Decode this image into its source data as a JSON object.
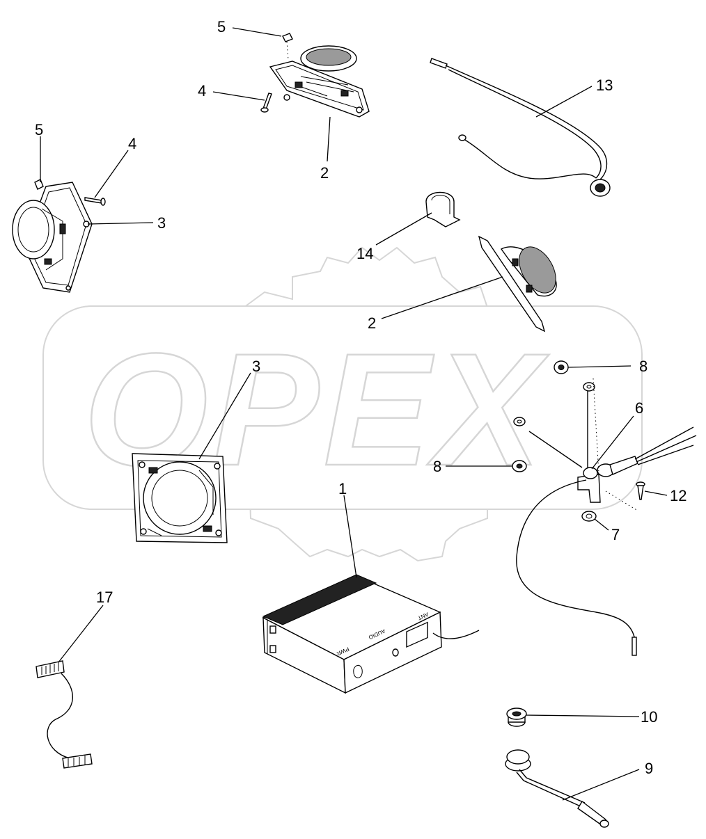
{
  "watermark": {
    "text": "OPEX"
  },
  "corner_mark": "",
  "callouts": {
    "p1": "1",
    "p2_top": "2",
    "p2_mid": "2",
    "p3_left": "3",
    "p3_center": "3",
    "p4_top": "4",
    "p4_left": "4",
    "p5_top": "5",
    "p5_left": "5",
    "p6": "6",
    "p7": "7",
    "p8_upper": "8",
    "p8_lower": "8",
    "p9": "9",
    "p10": "10",
    "p12": "12",
    "p13": "13",
    "p14": "14",
    "p17": "17"
  },
  "radio_labels": {
    "pwr": "PWR",
    "audio": "AUDIO",
    "ant": "ANT"
  }
}
